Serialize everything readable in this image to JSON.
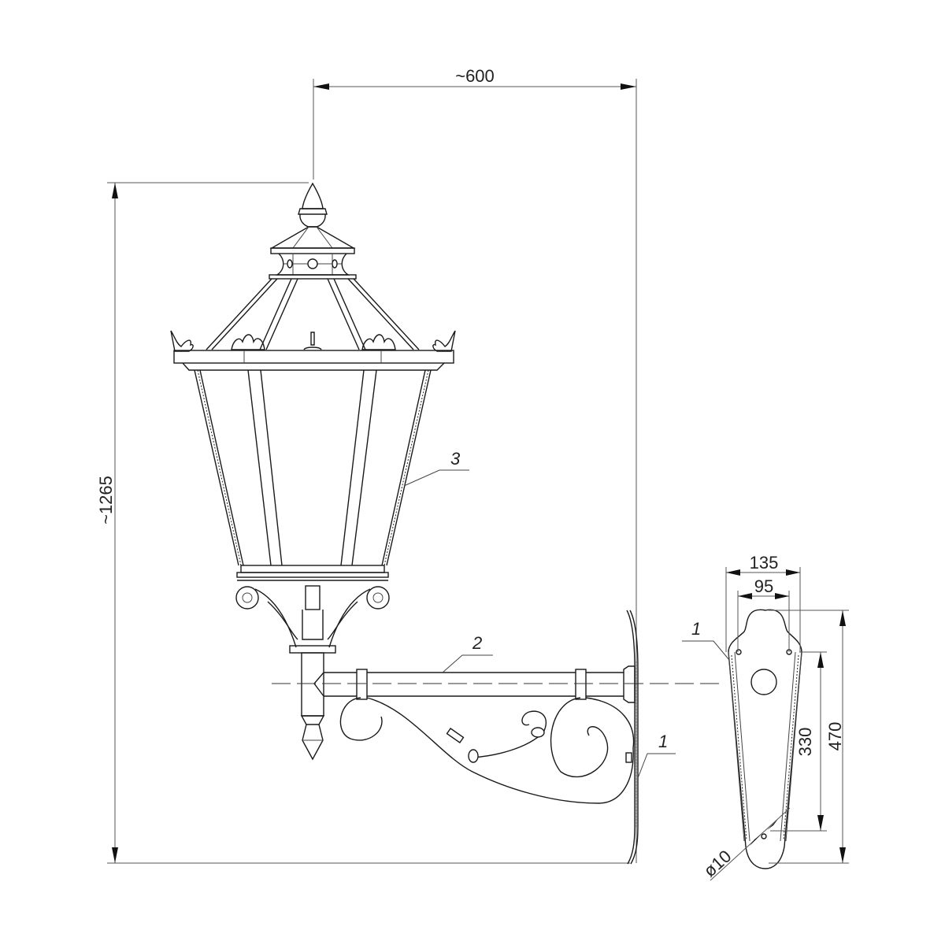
{
  "drawing": {
    "title": "Wall lantern on decorative bracket",
    "line_color": "#1a1a1a",
    "background": "#ffffff"
  },
  "dimensions": {
    "overall_width": "~600",
    "overall_height": "~1265",
    "plate_width_outer": "135",
    "plate_width_inner": "95",
    "plate_height_total": "470",
    "plate_hole_spacing": "330",
    "hole_diameter": "ø10"
  },
  "callouts": {
    "lantern": "3",
    "bracket_arm": "2",
    "wall_plate_side": "1",
    "wall_plate_front": "1"
  }
}
